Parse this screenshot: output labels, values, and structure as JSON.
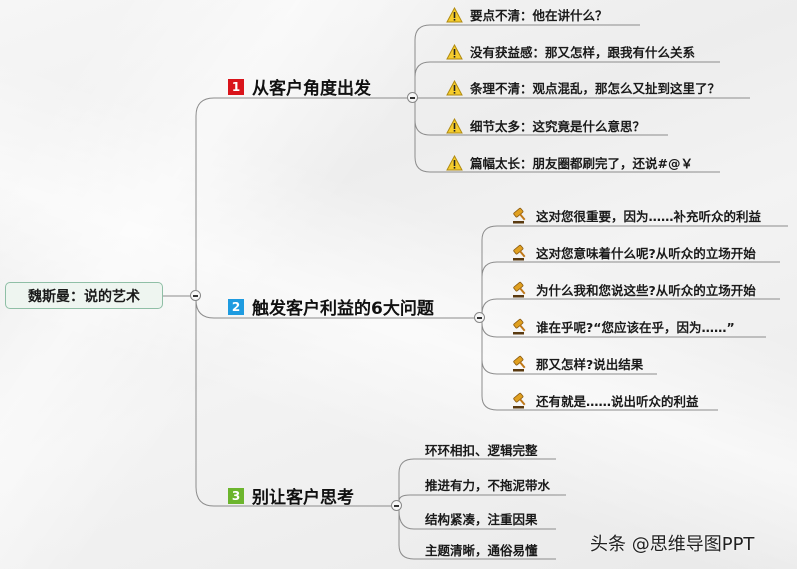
{
  "root": {
    "label": "魏斯曼：说的艺术"
  },
  "branches": [
    {
      "badge": "1",
      "badge_color": "#d9141b",
      "label": "从客户角度出发",
      "icon": "warning-icon",
      "children": [
        "要点不清：他在讲什么？",
        "没有获益感：那又怎样，跟我有什么关系",
        "条理不清：观点混乱，那怎么又扯到这里了？",
        "细节太多：这究竟是什么意思？",
        "篇幅太长：朋友圈都刷完了，还说#@￥"
      ]
    },
    {
      "badge": "2",
      "badge_color": "#1e9be0",
      "label": "触发客户利益的6大问题",
      "icon": "gavel-icon",
      "children": [
        "这对您很重要，因为……补充听众的利益",
        "这对您意味着什么呢?从听众的立场开始",
        "为什么我和您说这些?从听众的立场开始",
        "谁在乎呢?“您应该在乎，因为……”",
        "那又怎样?说出结果",
        "还有就是……说出听众的利益"
      ]
    },
    {
      "badge": "3",
      "badge_color": "#6cb52d",
      "label": "别让客户思考",
      "icon": "none",
      "children": [
        "环环相扣、逻辑完整",
        "推进有力，不拖泥带水",
        "结构紧凑，注重因果",
        "主题清晰，通俗易懂"
      ]
    }
  ],
  "watermark": "头条 @思维导图PPT",
  "colors": {
    "line": "#8c8c8c",
    "root_border": "#8fbfa6",
    "root_fill": "#eef5f0"
  }
}
